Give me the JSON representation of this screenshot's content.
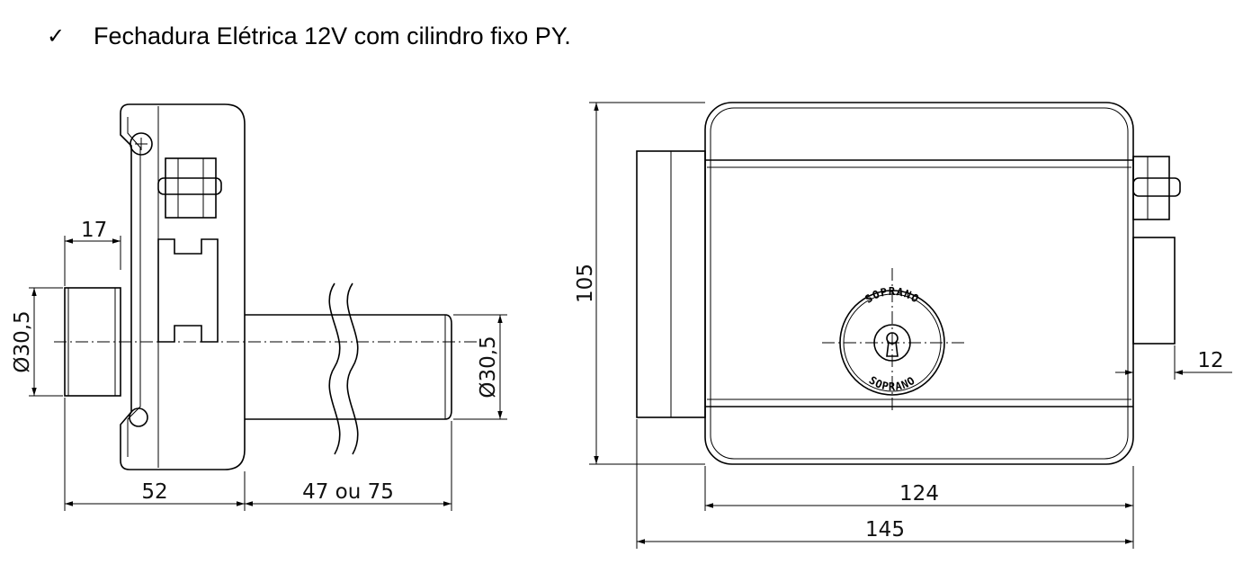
{
  "heading": {
    "bullet": "✓",
    "text": "Fechadura Elétrica 12V com cilindro fixo PY."
  },
  "side_view": {
    "dim_top_offset": "17",
    "dim_body_width": "52",
    "dim_bolt_length": "47 ou 75",
    "dim_left_cylinder": "Ø30,5",
    "dim_right_cylinder": "Ø30,5"
  },
  "front_view": {
    "dim_height": "105",
    "dim_body_width": "124",
    "dim_total_width": "145",
    "dim_bolt_projection": "12",
    "brand_top": "SOPRANO",
    "brand_bottom": "SOPRANO"
  }
}
